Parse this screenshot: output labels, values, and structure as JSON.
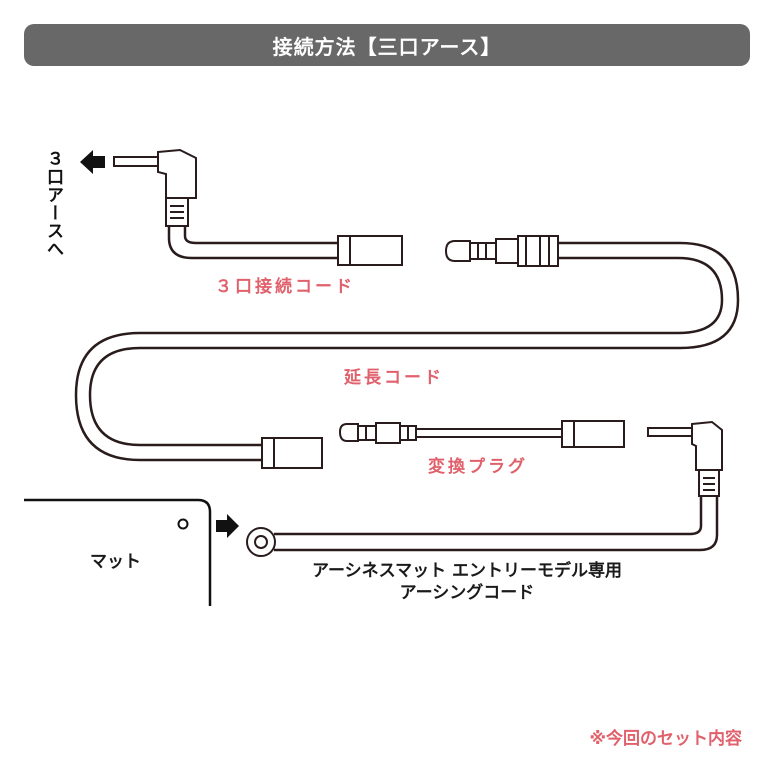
{
  "header": {
    "title": "接続方法【三口アース】"
  },
  "labels": {
    "to_outlet": "３口アースへ",
    "cord_3port": "３口接続コード",
    "extension_cord": "延長コード",
    "adapter_plug": "変換プラグ",
    "mat": "マット",
    "earthing_cord_line1": "アーシネスマット エントリーモデル専用",
    "earthing_cord_line2": "アーシングコード"
  },
  "footnote": "※今回のセット内容",
  "colors": {
    "header_bg": "#686868",
    "accent_red": "#e0616b",
    "line": "#2a1c1c"
  },
  "icons": [
    "arrow-left-icon",
    "arrow-right-icon"
  ]
}
